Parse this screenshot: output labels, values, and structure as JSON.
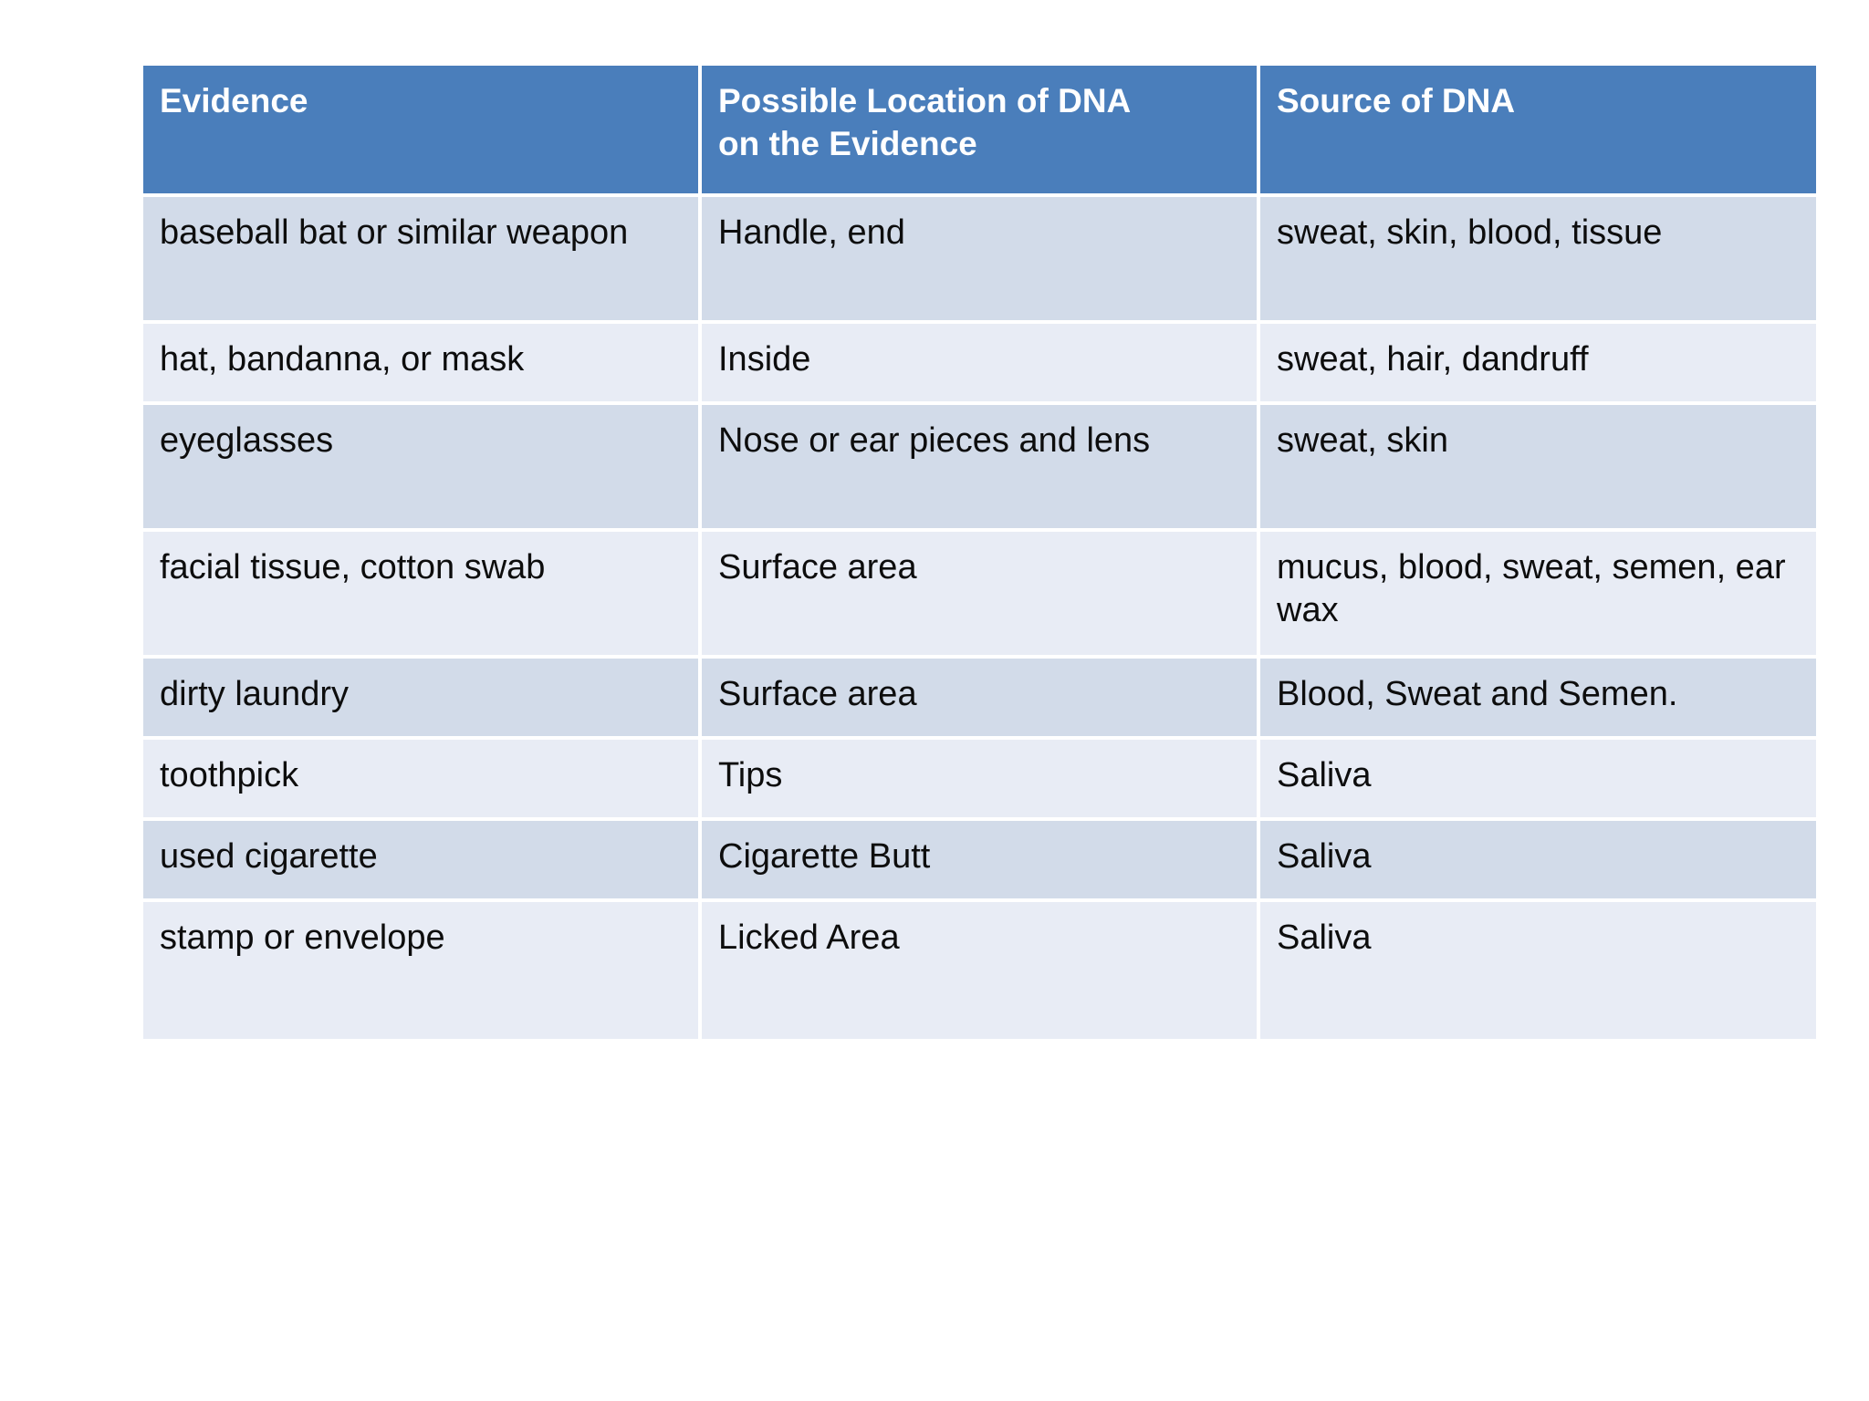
{
  "table": {
    "headers": [
      "Evidence",
      "Possible Location of DNA on the Evidence",
      "Source of DNA"
    ],
    "header_lines": {
      "col1": "Evidence",
      "col2_line1": "Possible Location of DNA",
      "col2_line2": "on the Evidence",
      "col3": "Source of DNA"
    },
    "rows": [
      {
        "evidence": "baseball bat or similar weapon",
        "location": "Handle, end",
        "source": " sweat, skin, blood, tissue"
      },
      {
        "evidence": "hat, bandanna, or mask",
        "location": "Inside",
        "source": "sweat, hair, dandruff"
      },
      {
        "evidence": "eyeglasses",
        "location": "Nose or ear pieces and lens",
        "source": "sweat, skin"
      },
      {
        "evidence": "facial tissue, cotton swab",
        "location": " Surface area",
        "source": "mucus, blood, sweat, semen, ear wax"
      },
      {
        "evidence": "dirty laundry",
        "location": " Surface area",
        "source": "Blood, Sweat and Semen."
      },
      {
        "evidence": "toothpick",
        "location": "Tips",
        "source": "Saliva"
      },
      {
        "evidence": "used cigarette",
        "location": "Cigarette Butt",
        "source": "Saliva"
      },
      {
        "evidence": "stamp or envelope",
        "location": "Licked Area",
        "source": "Saliva"
      }
    ]
  },
  "colors": {
    "header_background": "#4a7ebb",
    "header_text": "#ffffff",
    "row_band_dark": "#d2dbe9",
    "row_band_light": "#e8ecf5",
    "body_text": "#0d0d0d",
    "page_background": "#ffffff"
  }
}
